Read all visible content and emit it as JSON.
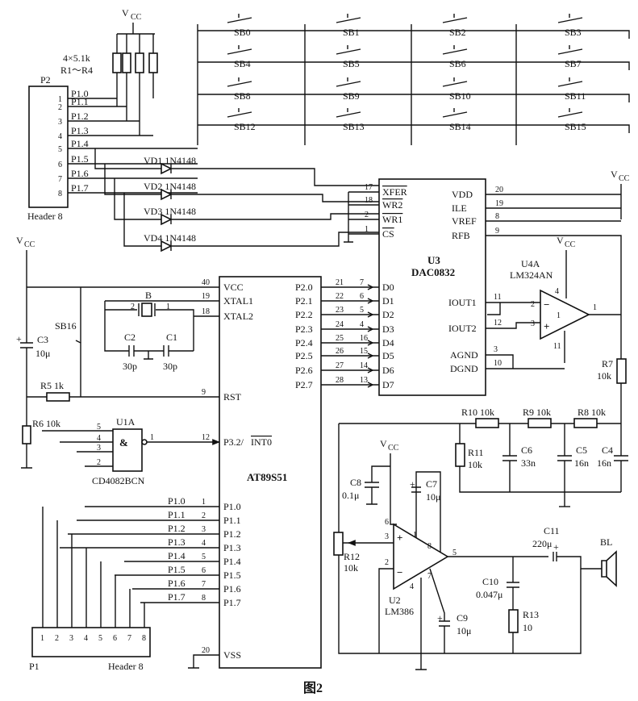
{
  "caption": "图2",
  "p2": {
    "name": "P2",
    "type": "Header 8",
    "pins": [
      "1",
      "2",
      "3",
      "4",
      "5",
      "6",
      "7",
      "8"
    ],
    "nets": [
      "P1.0",
      "P1.1",
      "P1.2",
      "P1.3",
      "P1.4",
      "P1.5",
      "P1.6",
      "P1.7"
    ]
  },
  "p1": {
    "name": "P1",
    "type": "Header 8",
    "pins": [
      "1",
      "2",
      "3",
      "4",
      "5",
      "6",
      "7",
      "8"
    ]
  },
  "vcc": "V",
  "vcc_sub": "CC",
  "pullups": {
    "label1": "4×5.1k",
    "label2": "R1～R4"
  },
  "switches": [
    "SB0",
    "SB1",
    "SB2",
    "SB3",
    "SB4",
    "SB5",
    "SB6",
    "SB7",
    "SB8",
    "SB9",
    "SB10",
    "SB11",
    "SB12",
    "SB13",
    "SB14",
    "SB15"
  ],
  "diodes": [
    "VD1 1N4148",
    "VD2 1N4148",
    "VD3 1N4148",
    "VD4 1N4148"
  ],
  "mcu": {
    "name": "AT89S51",
    "left_pins": [
      {
        "num": "40",
        "name": "VCC"
      },
      {
        "num": "19",
        "name": "XTAL1"
      },
      {
        "num": "18",
        "name": "XTAL2"
      },
      {
        "num": "9",
        "name": "RST"
      },
      {
        "num": "12",
        "name": "P3.2/INT0"
      },
      {
        "num": "1",
        "name": "P1.0"
      },
      {
        "num": "2",
        "name": "P1.1"
      },
      {
        "num": "3",
        "name": "P1.2"
      },
      {
        "num": "4",
        "name": "P1.3"
      },
      {
        "num": "5",
        "name": "P1.4"
      },
      {
        "num": "6",
        "name": "P1.5"
      },
      {
        "num": "7",
        "name": "P1.6"
      },
      {
        "num": "8",
        "name": "P1.7"
      },
      {
        "num": "20",
        "name": "VSS"
      }
    ],
    "right_pins": [
      {
        "num": "21",
        "name": "P2.0"
      },
      {
        "num": "22",
        "name": "P2.1"
      },
      {
        "num": "23",
        "name": "P2.2"
      },
      {
        "num": "24",
        "name": "P2.3"
      },
      {
        "num": "25",
        "name": "P2.4"
      },
      {
        "num": "26",
        "name": "P2.5"
      },
      {
        "num": "27",
        "name": "P2.6"
      },
      {
        "num": "28",
        "name": "P2.7"
      }
    ],
    "p1_net_labels": [
      "P1.0",
      "P1.1",
      "P1.2",
      "P1.3",
      "P1.4",
      "P1.5",
      "P1.6",
      "P1.7"
    ]
  },
  "dac": {
    "ref": "U3",
    "name": "DAC0832",
    "left_top": [
      {
        "num": "17",
        "name": "XFER"
      },
      {
        "num": "18",
        "name": "WR2"
      },
      {
        "num": "2",
        "name": "WR1"
      },
      {
        "num": "1",
        "name": "CS"
      }
    ],
    "data": [
      {
        "num": "7",
        "name": "D0"
      },
      {
        "num": "6",
        "name": "D1"
      },
      {
        "num": "5",
        "name": "D2"
      },
      {
        "num": "4",
        "name": "D3"
      },
      {
        "num": "16",
        "name": "D4"
      },
      {
        "num": "15",
        "name": "D5"
      },
      {
        "num": "14",
        "name": "D6"
      },
      {
        "num": "13",
        "name": "D7"
      }
    ],
    "right_top": [
      {
        "num": "20",
        "name": "VDD"
      },
      {
        "num": "19",
        "name": "ILE"
      },
      {
        "num": "8",
        "name": "VREF"
      },
      {
        "num": "9",
        "name": "RFB"
      }
    ],
    "iout1": {
      "num": "11",
      "name": "IOUT1"
    },
    "iout2": {
      "num": "12",
      "name": "IOUT2"
    },
    "agnd": {
      "num": "3",
      "name": "AGND"
    },
    "dgnd": {
      "num": "10",
      "name": "DGND"
    }
  },
  "opamp": {
    "ref": "U4A",
    "name": "LM324AN",
    "unit": "1",
    "pins": {
      "inv": "2",
      "noninv": "3",
      "out": "1",
      "vp": "4",
      "vn": "11"
    }
  },
  "and_gate": {
    "ref": "U1A",
    "name": "CD4082BCN",
    "in_pins": [
      "5",
      "4",
      "3",
      "2"
    ],
    "out_pin": "1"
  },
  "amp": {
    "ref": "U2",
    "name": "LM386",
    "pins": {
      "p6": "6",
      "p1": "1",
      "p8": "8",
      "p3": "3",
      "p2": "2",
      "p5": "5",
      "p4": "4",
      "p7": "7"
    }
  },
  "crystal": {
    "ref": "B",
    "pin_l": "2",
    "pin_r": "1"
  },
  "parts": {
    "C1": "C1",
    "C1v": "30p",
    "C2": "C2",
    "C2v": "30p",
    "C3": "C3",
    "C3v": "10μ",
    "SB16": "SB16",
    "R5": "R5 1k",
    "R6": "R6 10k",
    "R7": "R7",
    "R7v": "10k",
    "R8": "R8 10k",
    "R9": "R9 10k",
    "R10": "R10 10k",
    "R11": "R11",
    "R11v": "10k",
    "C6": "C6",
    "C6v": "33n",
    "C5": "C5",
    "C5v": "16n",
    "C4": "C4",
    "C4v": "16n",
    "C8": "C8",
    "C8v": "0.1μ",
    "C7": "C7",
    "C7v": "10μ",
    "R12": "R12",
    "R12v": "10k",
    "C9": "C9",
    "C9v": "10μ",
    "C10": "C10",
    "C10v": "0.047μ",
    "R13": "R13",
    "R13v": "10",
    "C11": "C11",
    "C11v": "220μ",
    "BL": "BL"
  },
  "dac_pin_nums": {
    "vdd": "20",
    "ile": "19",
    "vref": "8",
    "rfb": "9"
  }
}
